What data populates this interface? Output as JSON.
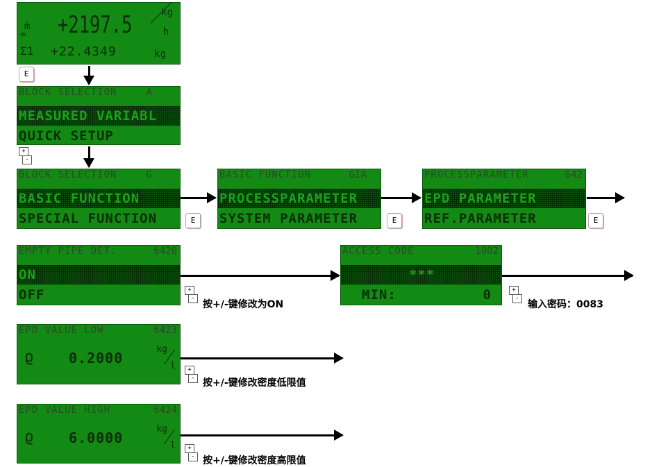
{
  "main_display": {
    "flow_value": "+2197.5",
    "flow_unit_top": "kg",
    "flow_unit_bottom": "h",
    "flow_symbol": "ṁ",
    "total_symbol": "Σ1",
    "total_value": "+22.4349",
    "total_unit": "kg"
  },
  "keys": {
    "enter": "E",
    "plus": "+",
    "minus": "-"
  },
  "block_a": {
    "title": "BLOCK SELECTION",
    "code": "A",
    "selected": "MEASURED VARIABL",
    "next": "QUICK SETUP"
  },
  "block_g": {
    "title": "BLOCK SELECTION",
    "code": "G",
    "selected": "BASIC FUNCTION",
    "next": "SPECIAL FUNCTION"
  },
  "block_gia": {
    "title": "BASIC FUNCTION",
    "code": "GIA",
    "selected": "PROCESSPARAMETER",
    "next": "SYSTEM PARAMETER"
  },
  "block_642": {
    "title": "PROCESSPARAMETER",
    "code": "642",
    "selected": "EPD PARAMETER",
    "next": "REF.PARAMETER"
  },
  "block_6420": {
    "title": "EMPTY PIPE DET.",
    "code": "6420",
    "selected": "ON",
    "next": "OFF",
    "note": "按+/-键修改为ON"
  },
  "access": {
    "title": "ACCESS CODE",
    "code": "1002",
    "value": "***",
    "min_label": "MIN:",
    "min_value": "0",
    "note": "输入密码：0083"
  },
  "epd_low": {
    "title": "EPD VALUE LOW",
    "code": "6423",
    "symbol": "ϱ",
    "value": "0.2000",
    "unit_top": "kg",
    "unit_bottom": "l",
    "note": "按+/-键修改密度低限值"
  },
  "epd_high": {
    "title": "EPD VALUE HIGH",
    "code": "6424",
    "symbol": "ϱ",
    "value": "6.0000",
    "unit_top": "kg",
    "unit_bottom": "l",
    "note": "按+/-键修改密度高限值"
  }
}
